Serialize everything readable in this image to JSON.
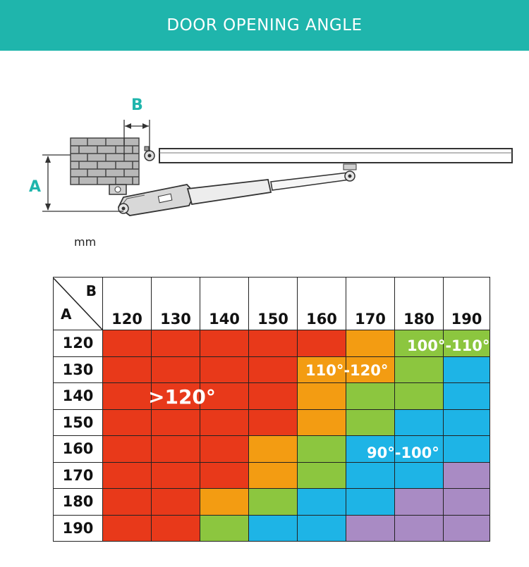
{
  "header": {
    "title": "DOOR OPENING ANGLE"
  },
  "diagram": {
    "label_a": "A",
    "label_b": "B",
    "unit": "mm"
  },
  "table": {
    "corner_b": "B",
    "corner_a": "A",
    "columns": [
      "120",
      "130",
      "140",
      "150",
      "160",
      "170",
      "180",
      "190"
    ],
    "rows": [
      "120",
      "130",
      "140",
      "150",
      "160",
      "170",
      "180",
      "190"
    ],
    "colors": {
      "red": "#e8391a",
      "orange": "#f39c12",
      "green": "#8cc63f",
      "blue": "#1eb4e6",
      "purple": "#a98bc4"
    },
    "cells": [
      [
        "red",
        "red",
        "red",
        "red",
        "red",
        "orange",
        "green",
        "green"
      ],
      [
        "red",
        "red",
        "red",
        "red",
        "orange",
        "orange",
        "green",
        "blue"
      ],
      [
        "red",
        "red",
        "red",
        "red",
        "orange",
        "green",
        "green",
        "blue"
      ],
      [
        "red",
        "red",
        "red",
        "red",
        "orange",
        "green",
        "blue",
        "blue"
      ],
      [
        "red",
        "red",
        "red",
        "orange",
        "green",
        "blue",
        "blue",
        "blue"
      ],
      [
        "red",
        "red",
        "red",
        "orange",
        "green",
        "blue",
        "blue",
        "purple"
      ],
      [
        "red",
        "red",
        "orange",
        "green",
        "blue",
        "blue",
        "purple",
        "purple"
      ],
      [
        "red",
        "red",
        "green",
        "blue",
        "blue",
        "purple",
        "purple",
        "purple"
      ]
    ],
    "zone_labels": {
      "gt120": ">120°",
      "r110_120": "110°-120°",
      "r100_110": "100°-110°",
      "r90_100": "90°-100°"
    }
  }
}
